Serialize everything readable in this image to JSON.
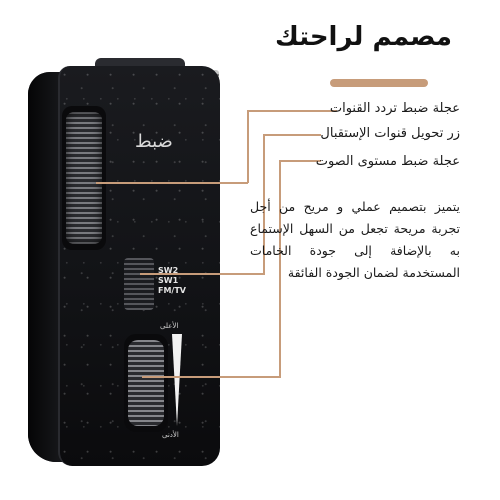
{
  "title": "مصمم لراحتك",
  "accent_color": "#c79c7a",
  "features": [
    {
      "label": "عجلة ضبط تردد القنوات"
    },
    {
      "label": "زر تحويل قنوات الإستقبال"
    },
    {
      "label": "عجلة ضبط مستوى الصوت"
    }
  ],
  "description": "يتميز بتصميم عملي و مريح من أجل تجربة مريحة تجعل من السهل الإستماع به بالإضافة إلى جودة الخامات المستخدمة لضمان الجودة الفائقة",
  "device": {
    "tune_label": "ضبط",
    "bands": [
      "SW2",
      "SW1",
      "FM/TV"
    ],
    "volume_high": "الأعلى",
    "volume_low": "الأدنى"
  }
}
